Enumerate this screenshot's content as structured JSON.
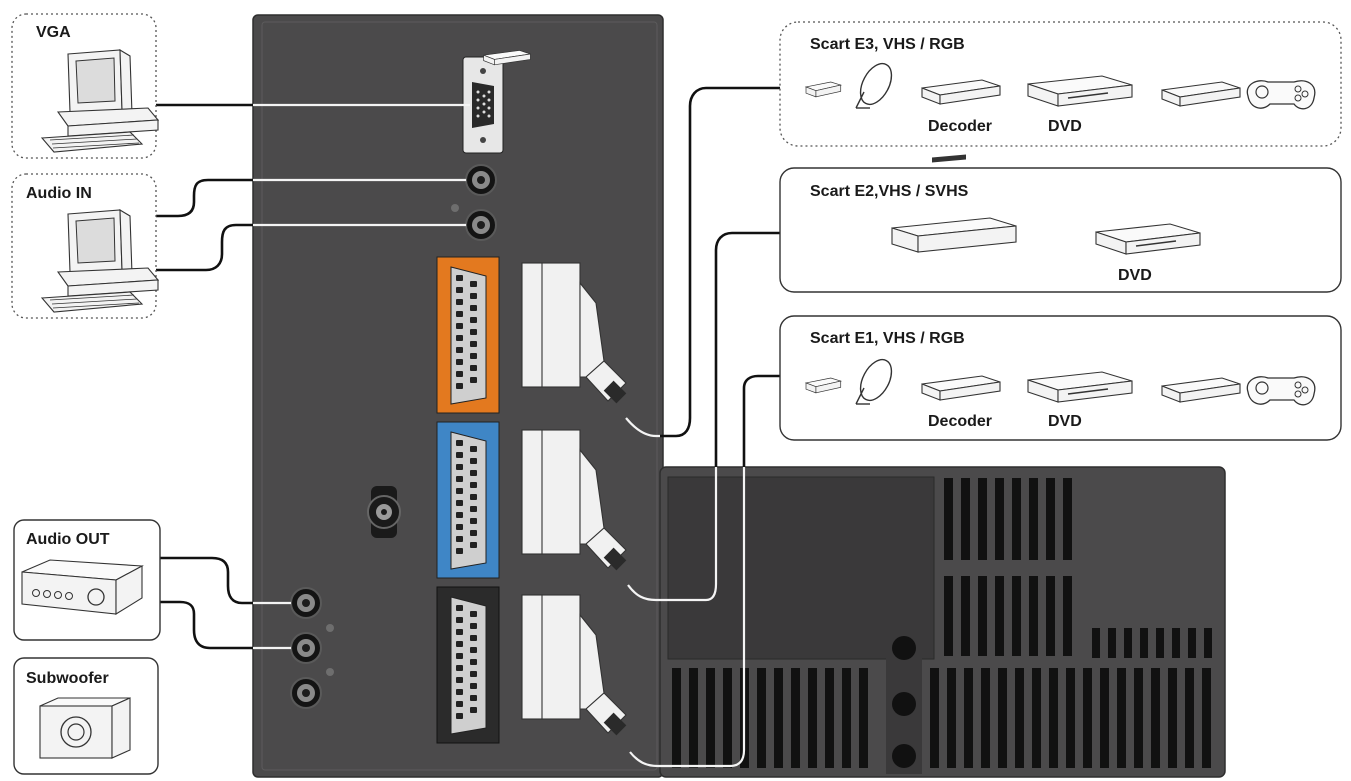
{
  "labels": {
    "vga": "VGA",
    "audio_in": "Audio IN",
    "audio_out": "Audio OUT",
    "subwoofer": "Subwoofer",
    "scart_e3": "Scart E3, VHS / RGB",
    "scart_e2": "Scart E2,VHS / SVHS",
    "scart_e1": "Scart E1, VHS / RGB"
  },
  "devices": {
    "e3": {
      "decoder": "Decoder",
      "dvd": "DVD"
    },
    "e2": {
      "dvd": "DVD"
    },
    "e1": {
      "decoder": "Decoder",
      "dvd": "DVD"
    }
  },
  "colors": {
    "panel": "#4b4a4b",
    "panel_dark": "#3a393a",
    "scart_e3": "#e3791f",
    "scart_e2": "#3f86c6",
    "scart_e1": "#2b2b2b",
    "cable_inside": "#f4f4f4",
    "cable_outside": "#111111"
  },
  "icons": [
    "computer-icon",
    "amplifier-icon",
    "subwoofer-icon",
    "vcr-icon",
    "satellite-dish-icon",
    "decoder-icon",
    "dvd-player-icon",
    "game-console-icon",
    "gamepad-icon",
    "vga-port-icon",
    "audio-jack-icon",
    "antenna-connector-icon",
    "scart-socket-icon",
    "scart-plug-icon"
  ]
}
